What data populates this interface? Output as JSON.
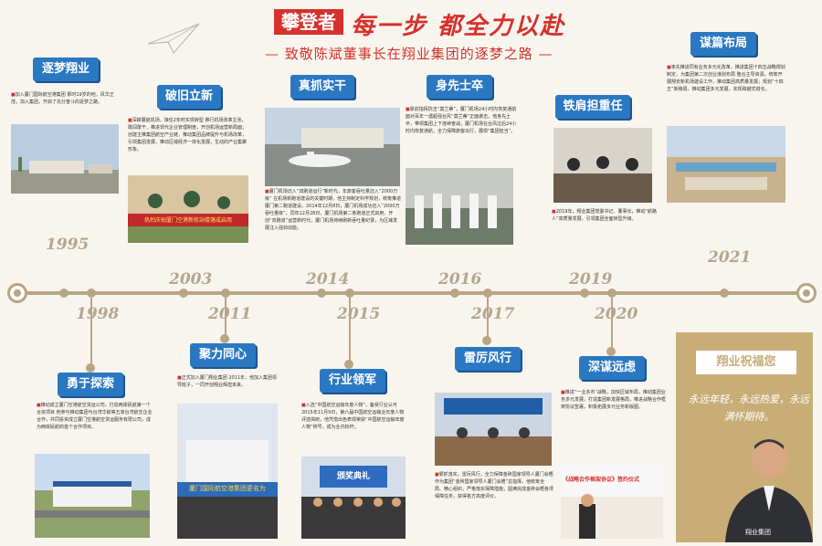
{
  "header": {
    "title_box": "攀登者",
    "title_script": "每一步 都全力以赴",
    "subtitle": "— 致敬陈斌董事长在翔业集团的逐梦之路 —"
  },
  "milestones": [
    {
      "title": "逐梦翔业",
      "year": "1995",
      "text": "加入厦门国际航空港集团 那时19岁的他，风华正茂，加入集团，开启了充分奋斗的逐梦之路。"
    },
    {
      "title": "勇于探索",
      "year": "1998",
      "text": "推动成立厦门空港航空货运公司，打造两岸民航第一个合资项目 他参与推动集团与台湾华航等五家台湾航空企业合作，共同投资成立厦门空港航空货运服务有限公司，成为两岸民航的首个合作项目。"
    },
    {
      "title": "破旧立新",
      "year": "2003",
      "text": "深耕厦航机场，接任2年时实现转型 推行机场改革主张，敢闯敢干，推进现代企业管理制度，开创机场运营新局面；创建主推集团航空产业链，推动集团品牌提升与机场改革，引领集团发展，推动区域经济一体化发展，生动的产业集聚形象。"
    },
    {
      "title": "聚力同心",
      "year": "2011",
      "text": "正式加入厦门翔业集团 2011年，他加入集团领导班子，一同开创翔业辉煌未来。"
    },
    {
      "title": "真抓实干",
      "year": "2014",
      "text": "厦门机场迈入“双跑道运行”新时代，年旅客吞吐量迈入“2000万级” 在机场新跑道建设的关键时期，他主持制定科学规划，统筹推进厦门第二跑道建设。2014年12月8日，厦门机场成功迈入“2000万吞吐量级”，同年12月28日，厦门机场第二条跑道正式启用，开创“双跑道”运营新时代，厦门机场持续刷新吞吐量纪录，为区域发展注入强劲动能。"
    },
    {
      "title": "行业领军",
      "year": "2015",
      "text": "入选“中国航空运输年度人物”，备受行业认可 2015年11月9日，第六届中国航空运输业年度人物评选揭晓，他凭借出色表现荣获“中国航空运输年度人物”称号，成为业内标杆。"
    },
    {
      "title": "身先士卒",
      "year": "2016",
      "text": "靠前指挥抗击“莫兰蒂”，厦门机场24小时内恢复通航 面对百年一遇超强台风“莫兰蒂”正面袭击，他身先士卒，带领集团上下连续奋战，厦门机场在台风过后24小时内恢复通航，全力保障旅客出行，展现“集团担当”。"
    },
    {
      "title": "雷厉风行",
      "year": "2017",
      "text": "狠抓落实，雷厉风行，全力保障金砖国家领导人厦门会晤 作为集团“金砖国家领导人厦门会晤”总指挥，他统筹全局、精心组织，严格落实保障措施，圆满完成金砖会晤各项保障任务，获得各方高度评价。"
    },
    {
      "title": "铁肩担重任",
      "year": "2019",
      "text": "2019年，翔业集团党委书记、董事长，推动“航路人”高质量发展，引领集团全面转型升级。"
    },
    {
      "title": "深谋远虑",
      "year": "2020",
      "text": "推进“一业多市”战略，加快区域布局，推动集团业务多元发展，打造集团新发展格局，推进战略合作框架协议签署，积极拓展多元业务新版图。"
    },
    {
      "title": "谋篇布局",
      "year": "2021",
      "text": "率先推进同有业务多元化改革，推进集团十四五战略规划制定，为集团第二次创业谋划布局 整合主导资源，统筹开展翔安新机场建设工作，推动集团高质量发展；规划“十四五”新格局，推动集团多元发展，实现跨越式增长。"
    }
  ],
  "blessing": {
    "title": "翔业祝福您",
    "text": "永远年轻，永远热爱，永远满怀期待。",
    "logo_text": "翔业集团"
  },
  "photo_captions": {
    "banner_2003": "热烈庆祝厦门空港新航站楼落成启用",
    "sign_2011": "厦门国际航空港集团更名为",
    "stage_2015": "颁奖典礼",
    "screen_2020": "《战略合作框架协议》签约仪式"
  },
  "colors": {
    "accent": "#d6312b",
    "badge": "#2a78c2",
    "timeline": "#b8a584",
    "gold": "#c8ad77"
  }
}
